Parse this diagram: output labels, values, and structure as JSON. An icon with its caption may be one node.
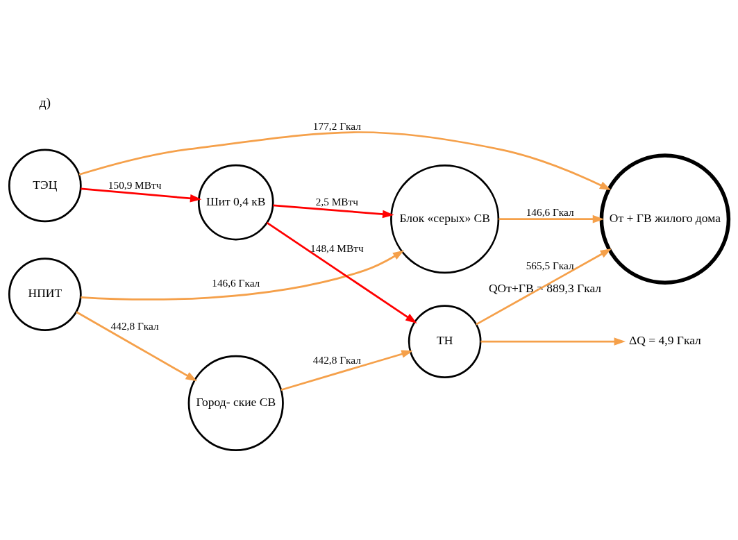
{
  "diagram": {
    "nodes": [
      {
        "text": [
          "НПИТ"
        ]
      },
      {
        "text": [
          "Блок «серых» СВ"
        ]
      },
      {
        "text": [
          "Город- ские СВ"
        ]
      },
      {
        "text": [
          "ТН"
        ]
      },
      {
        "text": [
          "От + ГВ жилого дома"
        ],
        "beside": [
          "QОт+ГВ = 889,3 Гкал"
        ]
      },
      {
        "text": [
          "Шит 0,4 кВ"
        ]
      },
      {
        "text": [
          "ТЭЦ"
        ]
      },
      {
        "text": [
          "ΔQ = 4,9 Гкал"
        ]
      }
    ],
    "edges": [
      {
        "from": 0,
        "to": 1,
        "arrow": "to",
        "label": "146,6 Гкал"
      },
      {
        "from": 0,
        "to": 2,
        "arrow": "to",
        "label": "442,8 Гкал"
      },
      {
        "from": 1,
        "to": 4,
        "arrow": "to",
        "label": "146,6 Гкал"
      },
      {
        "from": 2,
        "to": 3,
        "arrow": "to",
        "label": "442,8 Гкал"
      },
      {
        "from": 3,
        "to": 4,
        "arrow": "to",
        "label": "565,5 Гкал"
      },
      {
        "from": 3,
        "to": 7,
        "arrow": "to"
      },
      {
        "from": 6,
        "to": 4,
        "arrow": "to",
        "label": "177,2 Гкал"
      },
      {
        "from": 6,
        "to": 5,
        "arrow": "to",
        "label": "150,9 МВтч",
        "color": "#ff0000"
      },
      {
        "from": 5,
        "to": 1,
        "arrow": "to",
        "label": "2,5 МВтч",
        "color": "#ff0000"
      },
      {
        "from": 5,
        "to": 3,
        "arrow": "to",
        "label": "148,4 МВтч",
        "color": "#ff0000"
      }
    ],
    "labels": [
      "д)"
    ]
  }
}
